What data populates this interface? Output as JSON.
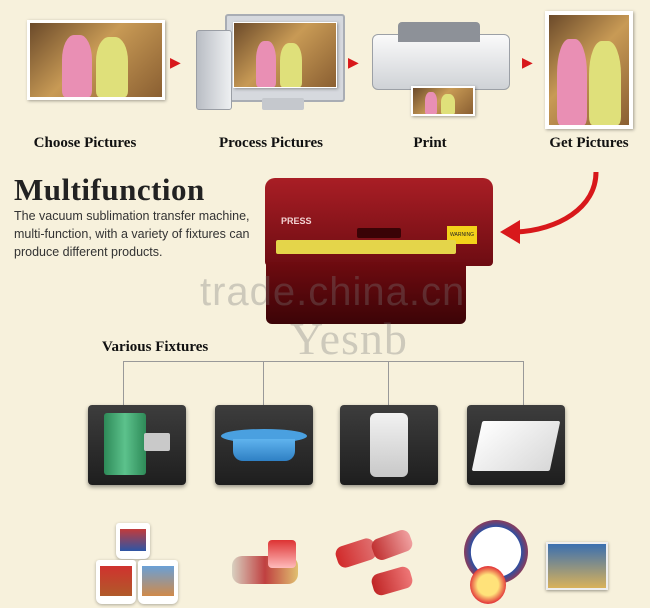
{
  "process": {
    "steps": [
      {
        "label": "Choose Pictures"
      },
      {
        "label": "Process Pictures"
      },
      {
        "label": "Print"
      },
      {
        "label": "Get Pictures"
      }
    ]
  },
  "multifunction": {
    "title": "Multifunction",
    "description_lines": [
      "The vacuum sublimation transfer machine,",
      "multi-function, with a variety of fixtures can",
      "produce different products."
    ],
    "machine_brand": "PRESS",
    "warning_label": "WARNING"
  },
  "watermark": {
    "site": "trade.china.cn",
    "brand": "Yesnb"
  },
  "fixtures": {
    "heading": "Various Fixtures",
    "items": [
      {
        "icon": "mug-fixture-icon"
      },
      {
        "icon": "plate-fixture-icon"
      },
      {
        "icon": "phone-case-fixture-icon"
      },
      {
        "icon": "flat-plate-fixture-icon"
      }
    ]
  },
  "colors": {
    "background": "#f7f1dc",
    "accent_red": "#d8181b",
    "machine_red": "#9c1a20"
  }
}
